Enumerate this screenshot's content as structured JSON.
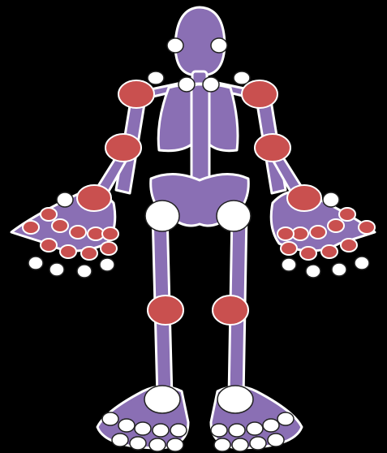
{
  "colors": {
    "background": "#000000",
    "bone": "#8a6fb4",
    "outline": "#ffffff",
    "joint_red": "#c9504f",
    "joint_white": "#ffffff"
  },
  "figure": {
    "subject": "skeleton-with-joints",
    "joint_types": [
      "red",
      "white"
    ]
  }
}
